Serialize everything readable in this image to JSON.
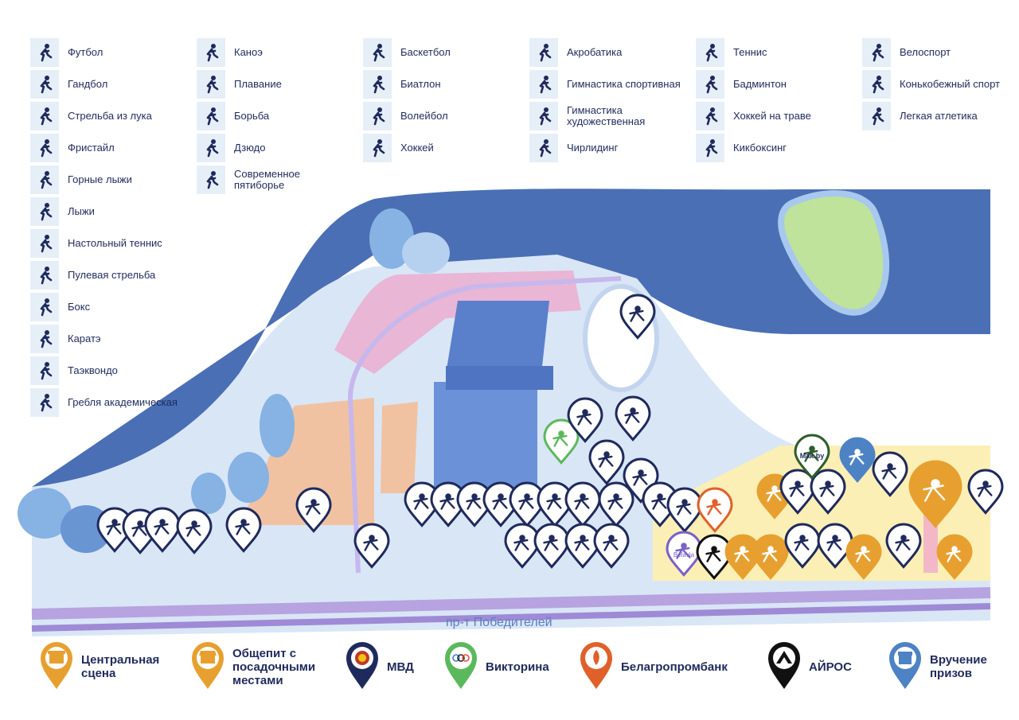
{
  "colors": {
    "water": "#4a6fb5",
    "park": "#bfe39a",
    "land": "#d9e6f6",
    "pink": "#e9b6d6",
    "peach": "#f1c2a2",
    "yellow": "#fbefb5",
    "road": "#b7a3e0",
    "pin_dark": "#1f2a5c",
    "pin_orange": "#e7a02f",
    "pin_blue": "#4d82c4",
    "pin_green": "#5cb85c",
    "pin_red": "#e0602a",
    "pin_purple": "#7a60c8"
  },
  "sports": [
    [
      {
        "label": "Футбол",
        "icon": "football-icon"
      },
      {
        "label": "Гандбол",
        "icon": "handball-icon"
      },
      {
        "label": "Стрельба из лука",
        "icon": "archery-icon"
      },
      {
        "label": "Фристайл",
        "icon": "freestyle-icon"
      },
      {
        "label": "Горные лыжи",
        "icon": "alpine-skiing-icon"
      },
      {
        "label": "Лыжи",
        "icon": "skiing-icon"
      },
      {
        "label": "Настольный теннис",
        "icon": "table-tennis-icon"
      },
      {
        "label": "Пулевая стрельба",
        "icon": "shooting-icon"
      },
      {
        "label": "Бокс",
        "icon": "boxing-icon"
      },
      {
        "label": "Каратэ",
        "icon": "karate-icon"
      },
      {
        "label": "Таэквондо",
        "icon": "taekwondo-icon"
      },
      {
        "label": "Гребля академическая",
        "icon": "rowing-icon"
      }
    ],
    [
      {
        "label": "Каноэ",
        "icon": "canoe-icon"
      },
      {
        "label": "Плавание",
        "icon": "swimming-icon"
      },
      {
        "label": "Борьба",
        "icon": "wrestling-icon"
      },
      {
        "label": "Дзюдо",
        "icon": "judo-icon"
      },
      {
        "label": "Современное пятиборье",
        "icon": "pentathlon-icon"
      }
    ],
    [
      {
        "label": "Баскетбол",
        "icon": "basketball-icon"
      },
      {
        "label": "Биатлон",
        "icon": "biathlon-icon"
      },
      {
        "label": "Волейбол",
        "icon": "volleyball-icon"
      },
      {
        "label": "Хоккей",
        "icon": "hockey-icon"
      }
    ],
    [
      {
        "label": "Акробатика",
        "icon": "acrobatics-icon"
      },
      {
        "label": "Гимнастика спортивная",
        "icon": "gymnastics-icon"
      },
      {
        "label": "Гимнастика художественная",
        "icon": "rhythmic-gymnastics-icon"
      },
      {
        "label": "Чирлидинг",
        "icon": "cheerleading-icon"
      }
    ],
    [
      {
        "label": "Теннис",
        "icon": "tennis-icon"
      },
      {
        "label": "Бадминтон",
        "icon": "badminton-icon"
      },
      {
        "label": "Хоккей на траве",
        "icon": "field-hockey-icon"
      },
      {
        "label": "Кикбоксинг",
        "icon": "kickboxing-icon"
      }
    ],
    [
      {
        "label": "Велоспорт",
        "icon": "cycling-icon"
      },
      {
        "label": "Конькобежный спорт",
        "icon": "speed-skating-icon"
      },
      {
        "label": "Легкая атлетика",
        "icon": "athletics-icon"
      }
    ]
  ],
  "street": "пр-т Победителей",
  "map_text": {
    "makby": "Mak.by",
    "belavia": "Belavia"
  },
  "legend": [
    {
      "label": "Центральная сцена",
      "icon": "stage-icon",
      "color": "#e7a02f"
    },
    {
      "label": "Общепит с посадочными местами",
      "icon": "food-court-icon",
      "color": "#e7a02f"
    },
    {
      "label": "МВД",
      "icon": "police-emblem-icon",
      "color": "#1f2a5c"
    },
    {
      "label": "Викторина",
      "icon": "quiz-olympic-rings-icon",
      "color": "#5cb85c"
    },
    {
      "label": "Белагропромбанк",
      "icon": "bank-leaf-icon",
      "color": "#e0602a"
    },
    {
      "label": "АЙРОС",
      "icon": "airos-logo-icon",
      "color": "#111111"
    },
    {
      "label": "Вручение призов",
      "icon": "gift-icon",
      "color": "#4d82c4"
    }
  ]
}
